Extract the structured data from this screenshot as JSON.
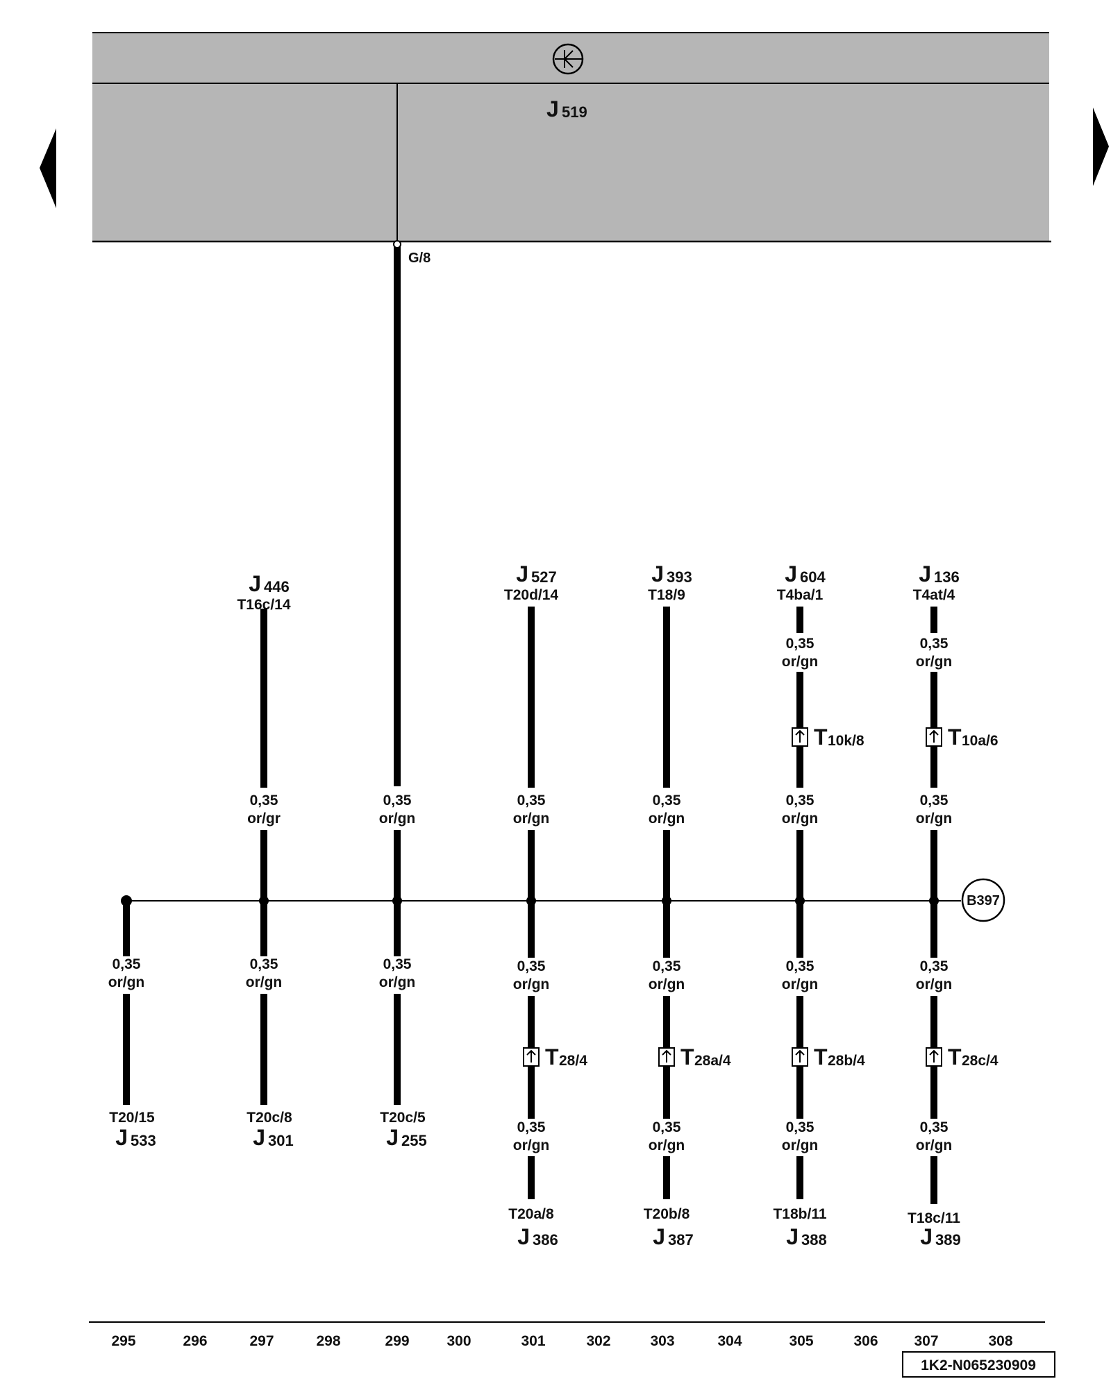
{
  "nav": {
    "prev_icon": "triangle-left-icon",
    "next_icon": "triangle-right-icon"
  },
  "control_unit": {
    "id_letter": "J",
    "id_number": "519",
    "symbol_icon": "control-unit-symbol-icon",
    "pin": "G/8"
  },
  "wire": {
    "gauge": "0,35"
  },
  "branches": [
    {
      "id": "b295",
      "top": null,
      "segments_above": [],
      "bottom_segments": [
        {
          "color": "or/gn"
        }
      ],
      "bottom": {
        "pin": "T20/15",
        "letter": "J",
        "number": "533"
      }
    },
    {
      "id": "b297",
      "top": {
        "letter": "J",
        "number": "446",
        "pin": "T16c/14"
      },
      "segments_above": [
        {
          "color": "or/gr"
        }
      ],
      "bottom_segments": [
        {
          "color": "or/gn"
        }
      ],
      "bottom": {
        "pin": "T20c/8",
        "letter": "J",
        "number": "301"
      }
    },
    {
      "id": "b299",
      "top": null,
      "segments_above": [
        {
          "color": "or/gn"
        }
      ],
      "bottom_segments": [
        {
          "color": "or/gn"
        }
      ],
      "bottom": {
        "pin": "T20c/5",
        "letter": "J",
        "number": "255"
      }
    },
    {
      "id": "b301",
      "top": {
        "letter": "J",
        "number": "527",
        "pin": "T20d/14"
      },
      "segments_above": [
        {
          "color": "or/gn"
        }
      ],
      "bottom_segments": [
        {
          "color": "or/gn"
        },
        {
          "color": "or/gn"
        }
      ],
      "connector_below": {
        "letter": "T",
        "sub": "28/4"
      },
      "bottom": {
        "pin": "T20a/8",
        "letter": "J",
        "number": "386"
      }
    },
    {
      "id": "b303",
      "top": {
        "letter": "J",
        "number": "393",
        "pin": "T18/9"
      },
      "segments_above": [
        {
          "color": "or/gn"
        }
      ],
      "bottom_segments": [
        {
          "color": "or/gn"
        },
        {
          "color": "or/gn"
        }
      ],
      "connector_below": {
        "letter": "T",
        "sub": "28a/4"
      },
      "bottom": {
        "pin": "T20b/8",
        "letter": "J",
        "number": "387"
      }
    },
    {
      "id": "b305",
      "top": {
        "letter": "J",
        "number": "604",
        "pin": "T4ba/1"
      },
      "segments_above": [
        {
          "color": "or/gn"
        },
        {
          "color": "or/gn"
        }
      ],
      "connector_above": {
        "letter": "T",
        "sub": "10k/8"
      },
      "bottom_segments": [
        {
          "color": "or/gn"
        },
        {
          "color": "or/gn"
        }
      ],
      "connector_below": {
        "letter": "T",
        "sub": "28b/4"
      },
      "bottom": {
        "pin": "T18b/11",
        "letter": "J",
        "number": "388"
      }
    },
    {
      "id": "b307",
      "top": {
        "letter": "J",
        "number": "136",
        "pin": "T4at/4"
      },
      "segments_above": [
        {
          "color": "or/gn"
        },
        {
          "color": "or/gn"
        }
      ],
      "connector_above": {
        "letter": "T",
        "sub": "10a/6"
      },
      "bottom_segments": [
        {
          "color": "or/gn"
        },
        {
          "color": "or/gn"
        }
      ],
      "connector_below": {
        "letter": "T",
        "sub": "28c/4"
      },
      "bottom": {
        "pin": "T18c/11",
        "letter": "J",
        "number": "389"
      }
    }
  ],
  "splice": {
    "label": "B397"
  },
  "footer": {
    "numbers": [
      "295",
      "296",
      "297",
      "298",
      "299",
      "300",
      "301",
      "302",
      "303",
      "304",
      "305",
      "306",
      "307",
      "308"
    ],
    "doc_id": "1K2-N065230909"
  }
}
